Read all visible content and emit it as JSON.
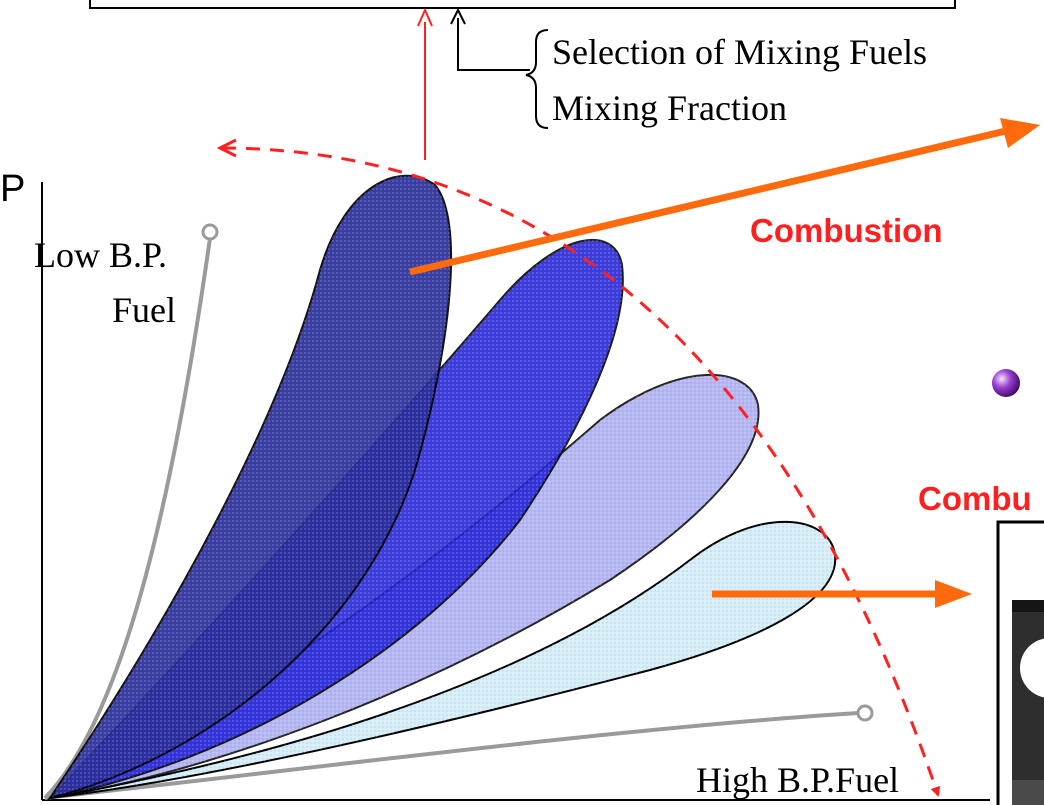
{
  "labels": {
    "selection": "Selection of Mixing Fuels",
    "fraction": "Mixing Fraction",
    "combustion": "Combustion",
    "combustion_cut": "Combu",
    "low_bp_line1": "Low B.P.",
    "low_bp_line2": "Fuel",
    "high_bp": "High B.P.Fuel",
    "axis_p": "P"
  },
  "colors": {
    "dark_lobe": "#2b2f9c",
    "mid_lobe": "#2323d8",
    "light_lobe": "#a9abf2",
    "lightest_lobe": "#d6eef9",
    "arrow_orange": "#ff6a0d",
    "dashed_red": "#ff2020",
    "fuel_line_gray": "#9a9a9a"
  },
  "icons": {
    "bullet": "purple-sphere-icon",
    "device": "combustor-device-icon"
  }
}
